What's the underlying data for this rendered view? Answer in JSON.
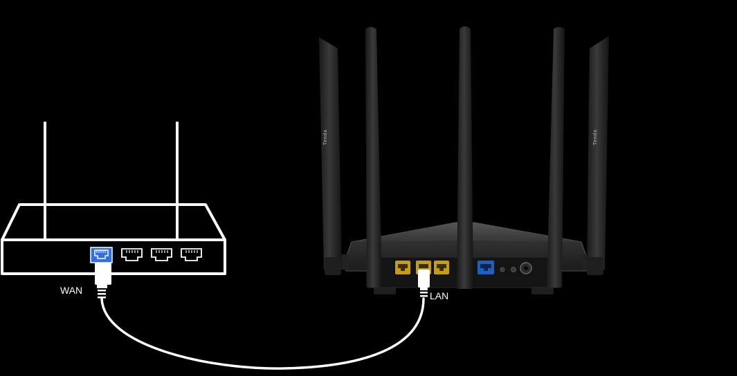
{
  "labels": {
    "wan": "WAN",
    "lan": "LAN"
  },
  "antenna_brand": "Tenda",
  "colors": {
    "background": "#000000",
    "outline": "#ffffff",
    "wan_port": "#2f6ee6",
    "lan_port": "#d8b21f",
    "router_body": "#2e2e2e",
    "antenna": "#262626",
    "cable": "#ffffff"
  },
  "icons": {
    "modem": "modem-outline-icon",
    "router": "router-photo-icon",
    "cable": "ethernet-cable-icon"
  }
}
